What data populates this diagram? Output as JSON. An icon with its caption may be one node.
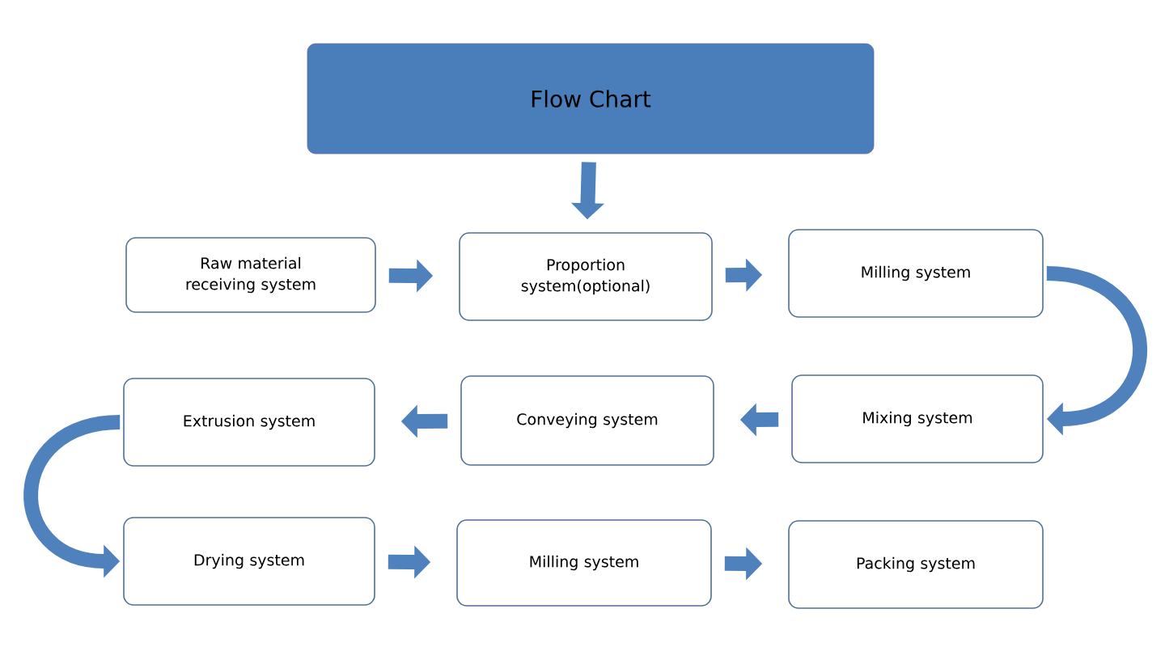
{
  "diagram": {
    "nodes": [
      {
        "text": [
          "Flow Chart"
        ]
      },
      {
        "text": [
          "Raw material receiving system"
        ]
      },
      {
        "text": [
          "Proportion system(optional)"
        ]
      },
      {
        "text": [
          "Milling system"
        ]
      },
      {
        "text": [
          "Mixing system"
        ]
      },
      {
        "text": [
          "Conveying system"
        ]
      },
      {
        "text": [
          "Extrusion system"
        ]
      },
      {
        "text": [
          "Drying system"
        ]
      },
      {
        "text": [
          "Milling system"
        ]
      },
      {
        "text": [
          "Packing system"
        ]
      }
    ],
    "edges": [
      {
        "from": 0,
        "to": 2,
        "arrow": "to"
      },
      {
        "from": 1,
        "to": 2,
        "arrow": "to"
      },
      {
        "from": 2,
        "to": 3,
        "arrow": "to"
      },
      {
        "from": 3,
        "to": 4,
        "arrow": "to"
      },
      {
        "from": 4,
        "to": 5,
        "arrow": "to"
      },
      {
        "from": 5,
        "to": 6,
        "arrow": "to"
      },
      {
        "from": 6,
        "to": 7,
        "arrow": "to"
      },
      {
        "from": 7,
        "to": 8,
        "arrow": "to"
      },
      {
        "from": 8,
        "to": 9,
        "arrow": "to"
      }
    ]
  }
}
